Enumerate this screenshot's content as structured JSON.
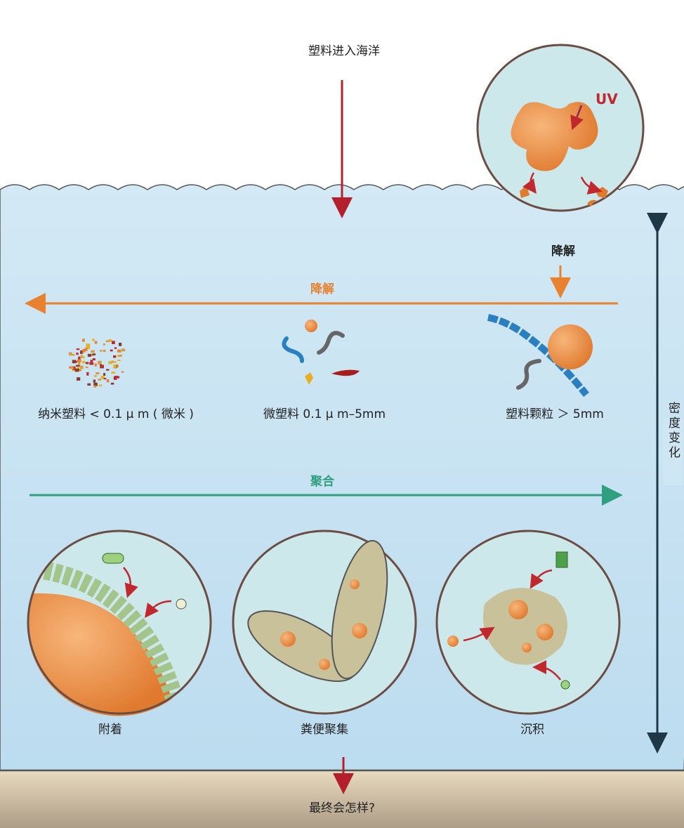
{
  "title": "塑料进入海洋",
  "uv_label": "UV",
  "surface_degradation_label": "降解",
  "degradation_arrow_label": "降解",
  "size_classes": [
    {
      "label": "纳米塑料 < 0.1 μ m ( 微米 )"
    },
    {
      "label": "微塑料 0.1 μ m–5mm"
    },
    {
      "label": "塑料颗粒 ＞ 5mm"
    }
  ],
  "aggregation_arrow_label": "聚合",
  "processes": [
    {
      "label": "附着"
    },
    {
      "label": "粪便聚集"
    },
    {
      "label": "沉积"
    }
  ],
  "density_label": "密度变化",
  "bottom_question": "最终会怎样?",
  "colors": {
    "red_arrow": "#b3202c",
    "orange": "#e8822e",
    "green": "#2f9f7f",
    "density_arrow": "#1e3848",
    "water": "#cfe6f4",
    "sediment": "#e6d6b8"
  }
}
